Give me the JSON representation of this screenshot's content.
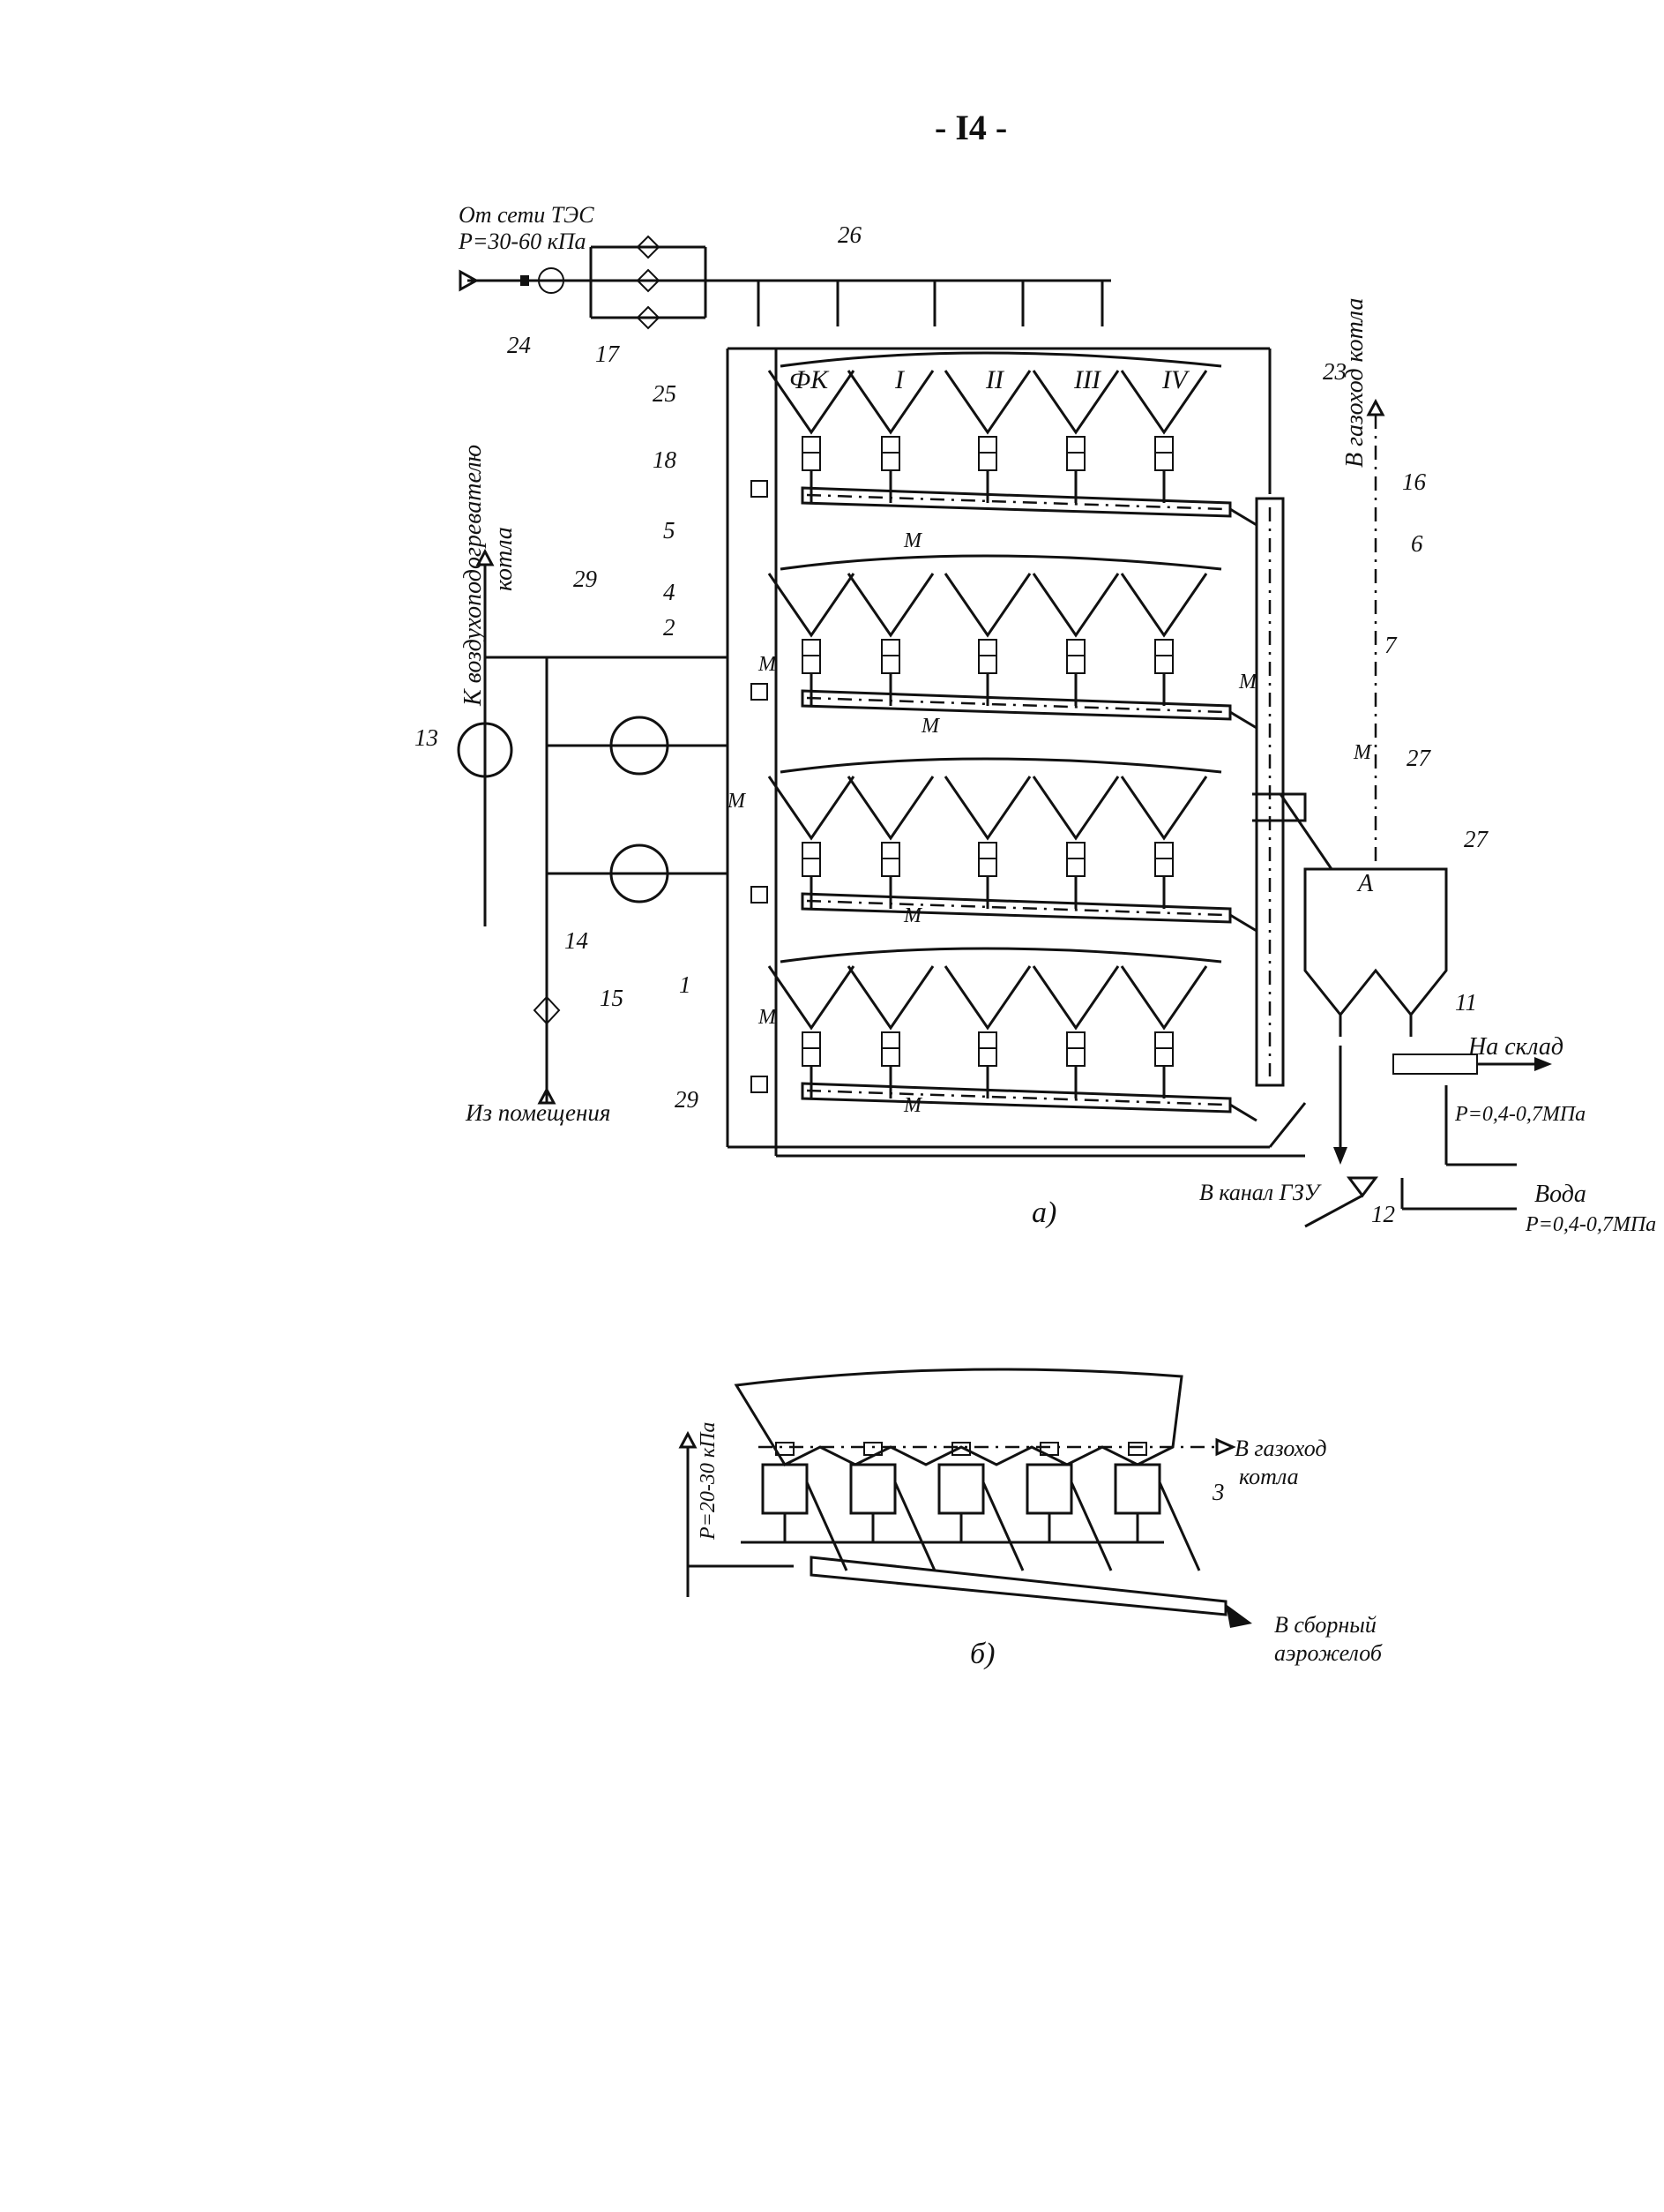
{
  "page_number": "- I4 -",
  "diagram_a": {
    "caption": "а)",
    "source_label_1": "От сети ТЭС",
    "source_label_2": "P=30-60 кПа",
    "heater_label_1": "К воздухоподогревателю",
    "heater_label_2": "котла",
    "flue_label": "В газоход котла",
    "room_label": "Из помещения",
    "warehouse_label": "На склад",
    "pressure_label_1": "P=0,4-0,7МПа",
    "gzu_label": "В канал ГЗУ",
    "water_label": "Вода",
    "pressure_label_2": "P=0,4-0,7МПа",
    "field_labels": [
      "ФК",
      "I",
      "II",
      "III",
      "IV"
    ],
    "tank_label": "А",
    "meter_label": "М",
    "callouts": [
      "1",
      "2",
      "4",
      "5",
      "6",
      "7",
      "11",
      "12",
      "13",
      "14",
      "15",
      "16",
      "17",
      "18",
      "23",
      "24",
      "25",
      "26",
      "27",
      "29"
    ]
  },
  "diagram_b": {
    "caption": "б)",
    "pressure_label": "P=20-30 кПа",
    "flue_label_1": "В газоход",
    "flue_label_2": "котла",
    "trough_label_1": "В сборный",
    "trough_label_2": "аэрожелоб",
    "callout": "3"
  }
}
